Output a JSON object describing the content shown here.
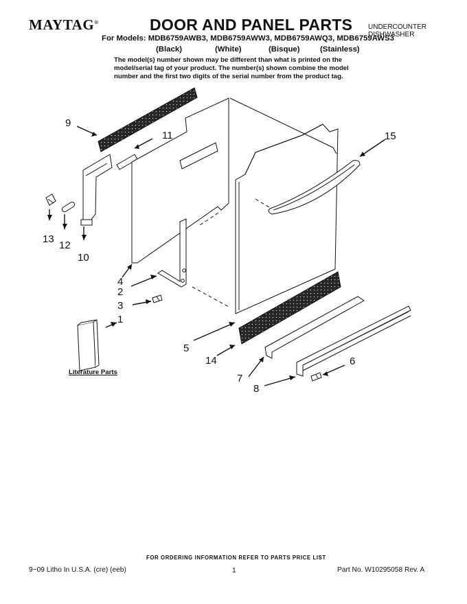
{
  "header": {
    "brand": "MAYTAG",
    "brand_mark": "®",
    "title": "DOOR AND PANEL PARTS",
    "product_line1": "UNDERCOUNTER",
    "product_line2": "DISHWASHER",
    "models_line": "For Models: MDB6759AWB3, MDB6759AWW3, MDB6759AWQ3, MDB6759AWS3",
    "variants": [
      "(Black)",
      "(White)",
      "(Bisque)",
      "(Stainless)"
    ],
    "note": "The model(s) number shown may be different than what is printed on the model/serial tag of your product. The number(s) shown combine the model number and the first two digits of the serial number from the product tag."
  },
  "callouts": [
    "9",
    "11",
    "13",
    "12",
    "10",
    "4",
    "2",
    "3",
    "1",
    "5",
    "14",
    "7",
    "8",
    "6",
    "15"
  ],
  "literature_label": "Literature Parts",
  "footer": {
    "ordering": "FOR ORDERING INFORMATION REFER TO PARTS PRICE LIST",
    "left": "9−09 Litho In U.S.A. (cre) (eeb)",
    "page": "1",
    "right": "Part No. W10295058 Rev. A"
  }
}
